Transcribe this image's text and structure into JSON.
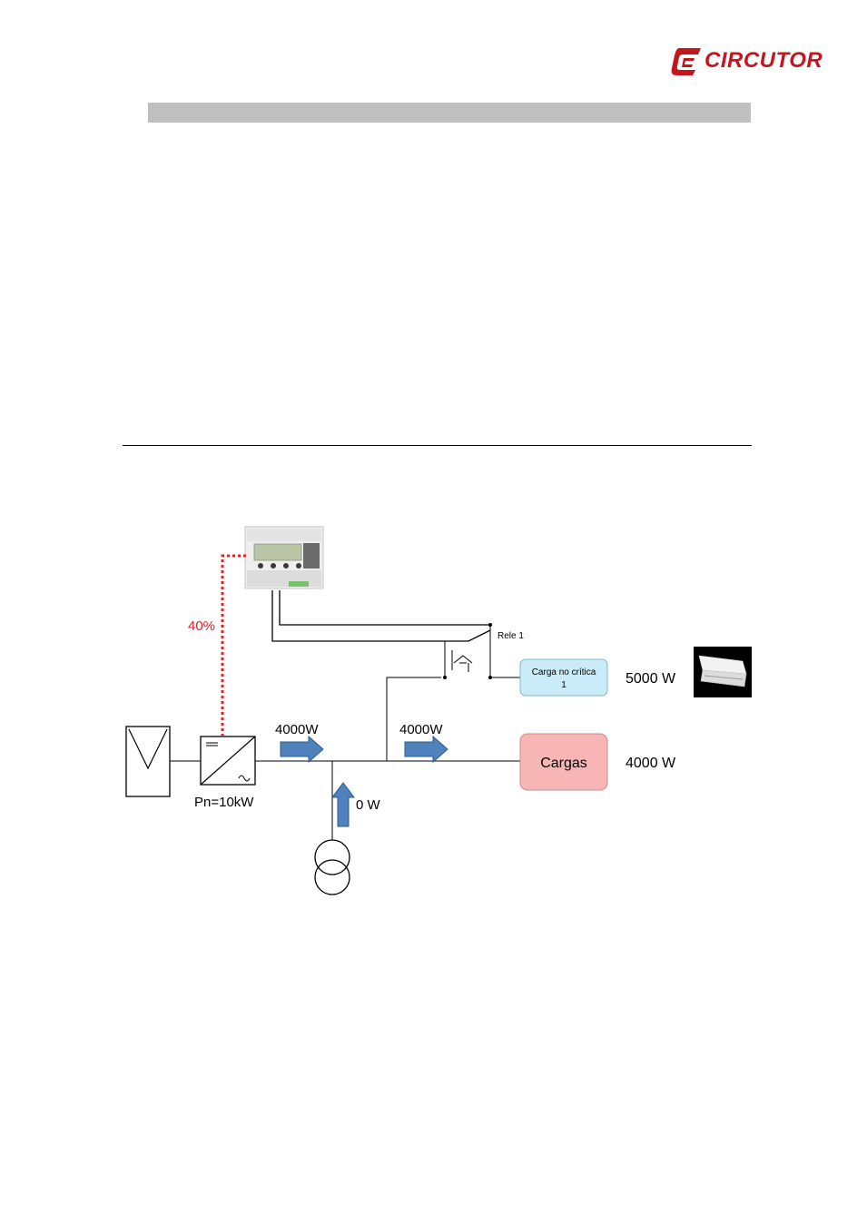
{
  "header": {
    "brand_name": "CIRCUTOR",
    "brand_color": "#c4161c"
  },
  "diagram": {
    "inverter_limit_pct": "40%",
    "inverter_rating": "Pn=10kW",
    "pv_to_bus_power": "4000W",
    "bus_to_loads_power": "4000W",
    "grid_import_power": "0 W",
    "relay_label": "Rele 1",
    "noncritical_load_label_line1": "Carga no crítica",
    "noncritical_load_label_line2": "1",
    "noncritical_load_power": "5000 W",
    "loads_label": "Cargas",
    "loads_power": "4000 W",
    "colors": {
      "limit_line": "#d9262c",
      "arrow": "#4f81bd",
      "noncritical_box": "#c9ecf8",
      "loads_box": "#f8b5b5"
    },
    "icons": [
      "solar-panel-icon",
      "inverter-icon",
      "transformer-icon",
      "power-controller-icon",
      "air-conditioner-icon"
    ]
  }
}
